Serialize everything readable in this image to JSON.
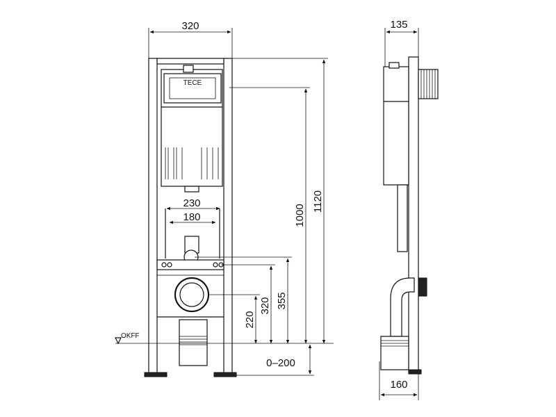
{
  "dims": {
    "frame_width": "320",
    "frame_depth": "135",
    "total_height": "1120",
    "flush_height": "1000",
    "rod_spacing": "230",
    "bolt_spacing": "180",
    "h355": "355",
    "h320": "320",
    "h220": "220",
    "adjust": "0–200",
    "base_depth": "160"
  },
  "labels": {
    "floor": "OKFF",
    "brand": "TECE"
  }
}
